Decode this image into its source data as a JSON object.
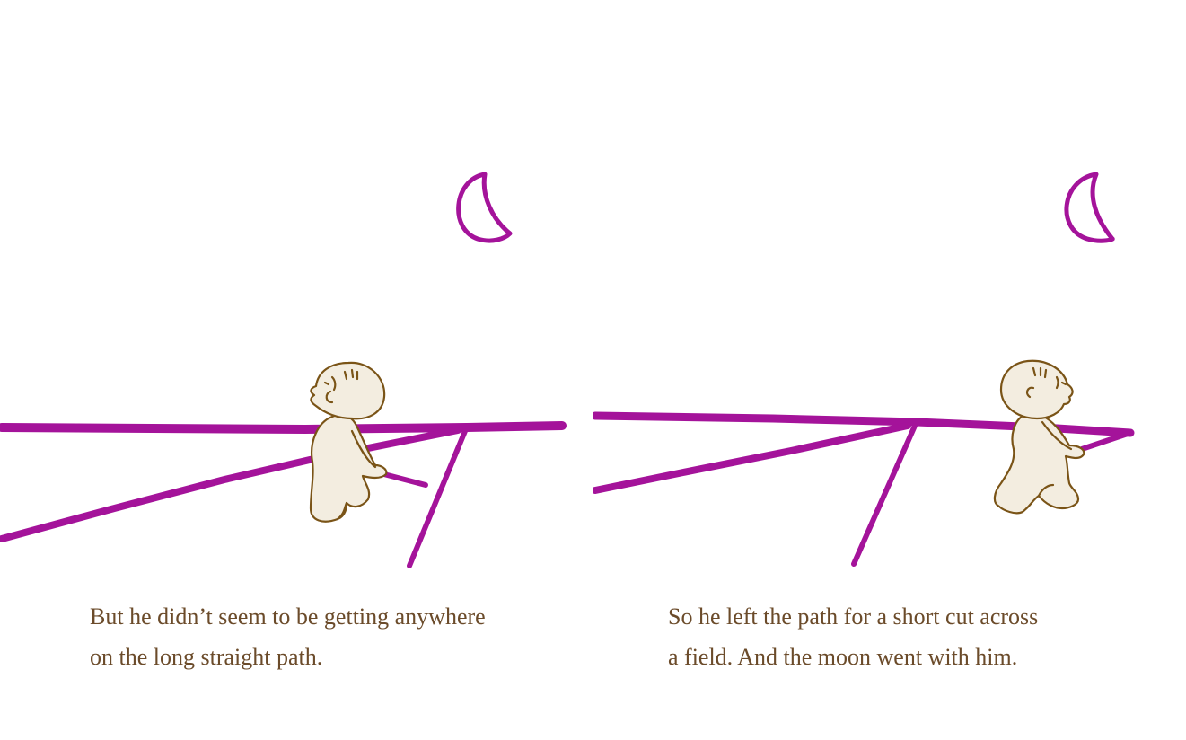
{
  "colors": {
    "path": "#a4139a",
    "moon": "#a4139a",
    "child_outline": "#7a5417",
    "child_fill": "#f3ede0",
    "caption_text": "#6b4b2a",
    "background": "#ffffff"
  },
  "pages": [
    {
      "caption": {
        "line1": "But he didn’t seem to be getting anywhere",
        "line2": "on the long straight path."
      }
    },
    {
      "caption": {
        "line1": "So he left the path for a short cut across",
        "line2": "a field. And the moon went with him."
      }
    }
  ]
}
